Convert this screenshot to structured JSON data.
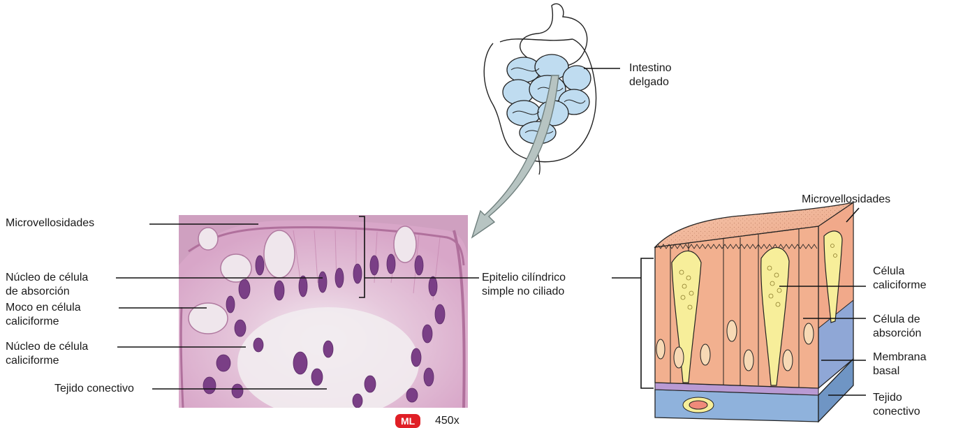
{
  "left_labels": {
    "microvilli": "Microvellosidades",
    "absorptive_nucleus_l1": "Núcleo de célula",
    "absorptive_nucleus_l2": "de absorción",
    "goblet_mucus_l1": "Moco en célula",
    "goblet_mucus_l2": "caliciforme",
    "goblet_nucleus_l1": "Núcleo de célula",
    "goblet_nucleus_l2": "caliciforme",
    "connective": "Tejido conectivo"
  },
  "center_labels": {
    "epithelium_l1": "Epitelio cilíndrico",
    "epithelium_l2": "simple no ciliado"
  },
  "organ_labels": {
    "intestine_l1": "Intestino",
    "intestine_l2": "delgado"
  },
  "right_labels": {
    "microvilli": "Microvellosidades",
    "goblet_l1": "Célula",
    "goblet_l2": "caliciforme",
    "absorptive_l1": "Célula de",
    "absorptive_l2": "absorción",
    "basement_l1": "Membrana",
    "basement_l2": "basal",
    "connective_l1": "Tejido",
    "connective_l2": "conectivo"
  },
  "micrograph": {
    "badge": "ML",
    "magnification": "450x"
  },
  "colors": {
    "micrograph_bg": "#e6c6dc",
    "cell_pink": "#d99ec4",
    "nucleus_purple": "#7a3f86",
    "intestine_blue": "#bfdcf0",
    "arrow_gray": "#b7c4c2",
    "block_peach": "#f2b08f",
    "goblet_yellow": "#f7ee9a",
    "basement_purple": "#b99ad3",
    "connective_blue": "#8fb2dc",
    "badge_red": "#e01f26"
  }
}
